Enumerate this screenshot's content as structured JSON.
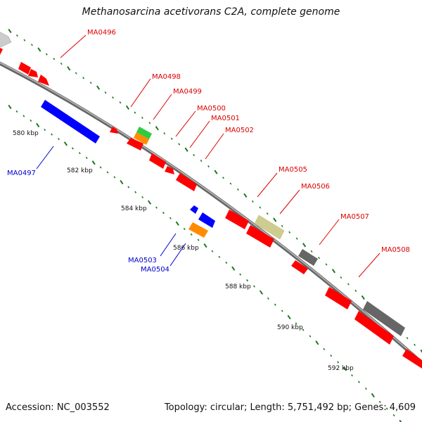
{
  "title": "Methanosarcina acetivorans C2A, complete genome",
  "accession_label": "Accession: NC_003552",
  "footer_right": "Topology: circular; Length: 5,751,492 bp; Genes: 4,609",
  "scale_labels": [
    "580 kbp",
    "582 kbp",
    "584 kbp",
    "586 kbp",
    "588 kbp",
    "590 kbp",
    "592 kbp"
  ],
  "forward_genes": [
    "MA0496",
    "MA0498",
    "MA0499",
    "MA0500",
    "MA0501",
    "MA0502",
    "MA0505",
    "MA0506",
    "MA0507",
    "MA0508"
  ],
  "reverse_genes": [
    "MA0497",
    "MA0503",
    "MA0504"
  ],
  "colors": {
    "forward_cds": "#ff0000",
    "reverse_cds": "#0000ff",
    "orange": "#ff8c00",
    "green": "#2ecc40",
    "khaki": "#cfcc90",
    "gray": "#666666",
    "light_gray": "#cccccc",
    "backbone": "#888888",
    "tick": "#1a7a1a",
    "forward_label": "#dd0000",
    "reverse_label": "#0000cc"
  }
}
